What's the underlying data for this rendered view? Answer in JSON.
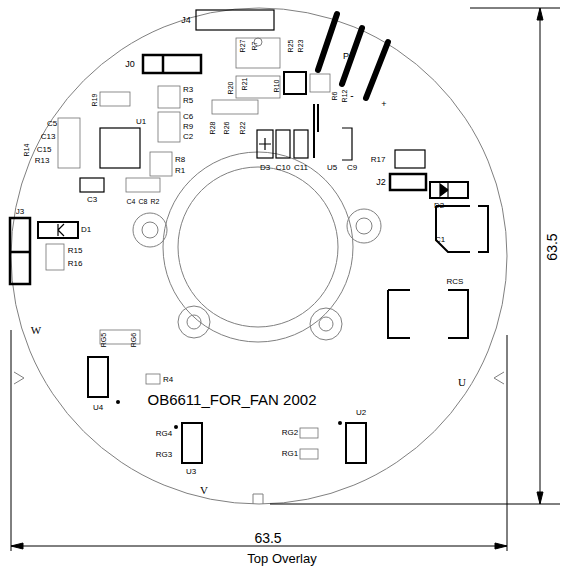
{
  "diagram": {
    "caption": "Top Overlay",
    "labels": [
      "J4",
      "J0",
      "R27",
      "R25",
      "R23",
      "R21",
      "R20",
      "R10",
      "R7",
      "R6",
      "R12",
      "P",
      "-",
      "+",
      "R3",
      "R5",
      "R19",
      "U1",
      "C6",
      "R9",
      "C2",
      "R8",
      "R1",
      "R28",
      "R26",
      "R22",
      "D3",
      "C10",
      "C11",
      "U5",
      "C9",
      "C5",
      "C13",
      "C15",
      "R13",
      "R14",
      "C3",
      "C4",
      "C8",
      "R2",
      "R17",
      "J2",
      "D2",
      "C1",
      "J3",
      "D1",
      "R15",
      "R16",
      "RCS",
      "W",
      "RG5",
      "RG6",
      "R4",
      "U4",
      "OB6611_FOR_FAN 2002",
      "U",
      "RG4",
      "RG3",
      "U3",
      "RG2",
      "RG1",
      "U2",
      "V",
      "63.5",
      "63.5"
    ]
  }
}
